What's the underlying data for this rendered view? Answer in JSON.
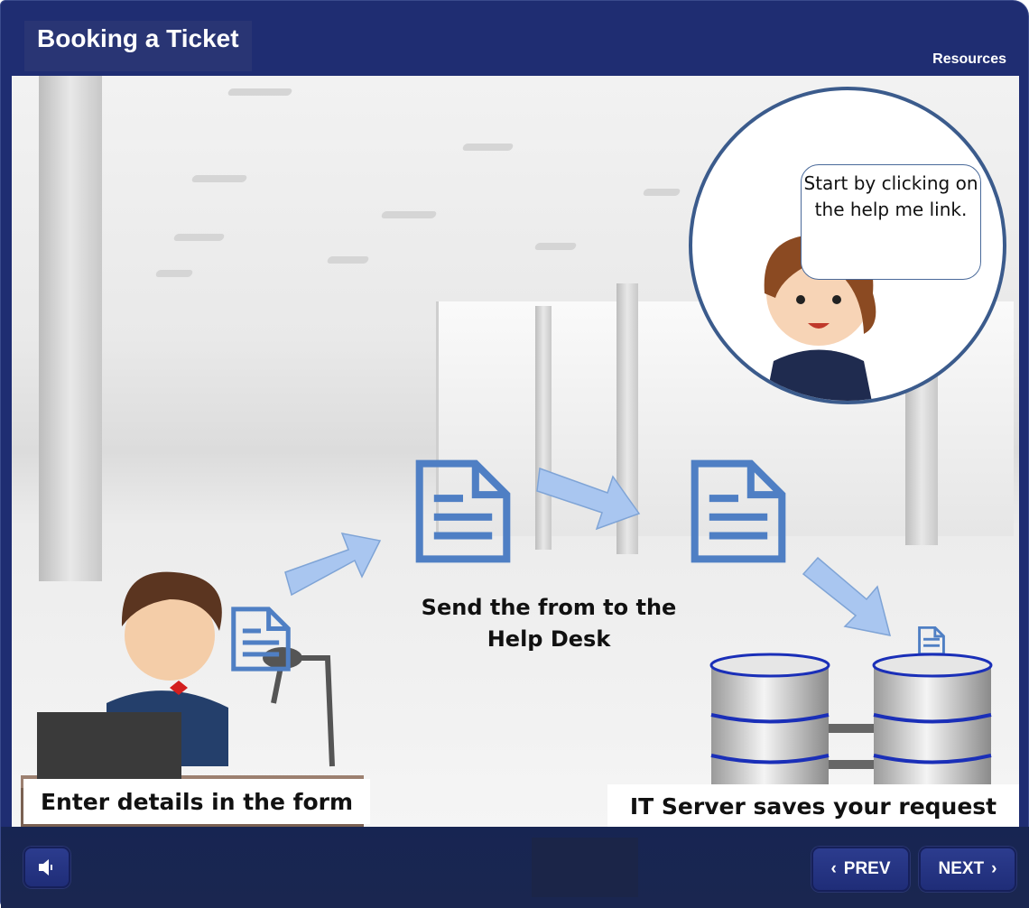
{
  "header": {
    "title": "Booking a Ticket",
    "resources_label": "Resources"
  },
  "scene": {
    "speech_bubble": "Start by clicking on the help me link.",
    "center_caption_line1": "Send the from to the",
    "center_caption_line2": "Help Desk",
    "left_caption": "Enter details in the form",
    "right_caption": "IT Server saves your request"
  },
  "footer": {
    "sound_icon": "speaker-icon",
    "prev_label": "PREV",
    "next_label": "NEXT"
  },
  "colors": {
    "frame": "#1f2d72",
    "doc_icon": "#4f7fc4",
    "arrow": "#a9c6f0"
  }
}
